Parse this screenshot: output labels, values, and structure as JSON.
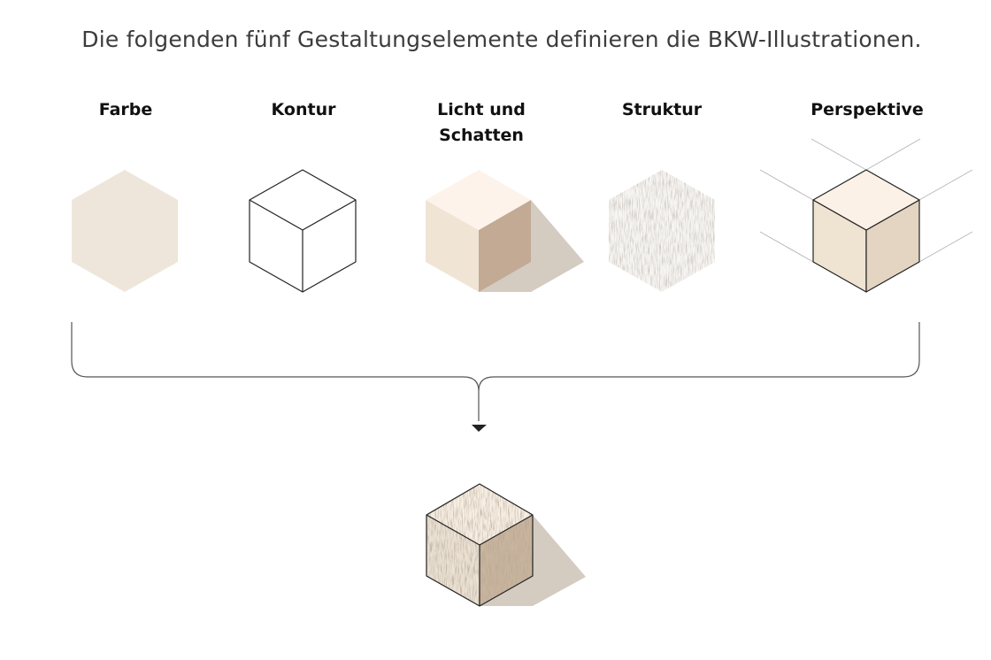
{
  "headline": "Die folgenden fünf Gestaltungselemente definieren die BKW-Illustrationen.",
  "elements": [
    {
      "label": "Farbe"
    },
    {
      "label": "Kontur"
    },
    {
      "label": "Licht und Schatten"
    },
    {
      "label": "Struktur"
    },
    {
      "label": "Perspektive"
    }
  ],
  "colors": {
    "beige": "#efe6db",
    "top_light": "#fdf3ea",
    "left_face": "#f0e4d4",
    "right_face_shadow": "#c2aa94",
    "cast_shadow": "#d4cbc1",
    "outline": "#222222",
    "brace": "#555555"
  }
}
